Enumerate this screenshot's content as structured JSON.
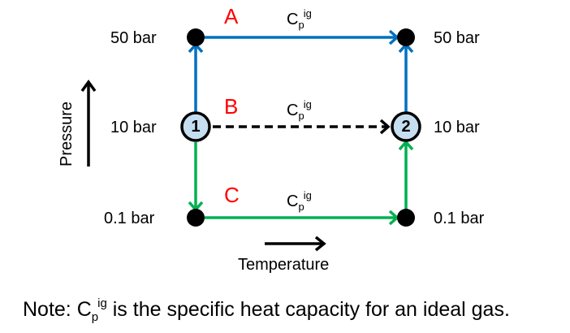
{
  "colors": {
    "path_a": "#0070c0",
    "path_b": "#000000",
    "path_c": "#00b050",
    "state_fill": "#c5dff0",
    "label_red": "#ff0000"
  },
  "pressure_levels": {
    "high": "50 bar",
    "mid": "10 bar",
    "low": "0.1 bar"
  },
  "states": {
    "state_1": "1",
    "state_2": "2"
  },
  "paths": [
    {
      "letter": "A",
      "cp_main": "C",
      "cp_sub": "p",
      "cp_sup": "ig",
      "color": "#0070c0",
      "style": "solid"
    },
    {
      "letter": "B",
      "cp_main": "C",
      "cp_sub": "p",
      "cp_sup": "ig",
      "color": "#000000",
      "style": "dashed"
    },
    {
      "letter": "C",
      "cp_main": "C",
      "cp_sub": "p",
      "cp_sup": "ig",
      "color": "#00b050",
      "style": "solid"
    }
  ],
  "axes": {
    "y_label": "Pressure",
    "x_label": "Temperature"
  },
  "note": {
    "prefix": "Note: ",
    "cp_main": "C",
    "cp_sub": "p",
    "cp_sup": "ig",
    "suffix": " is the specific heat capacity for an ideal gas."
  }
}
